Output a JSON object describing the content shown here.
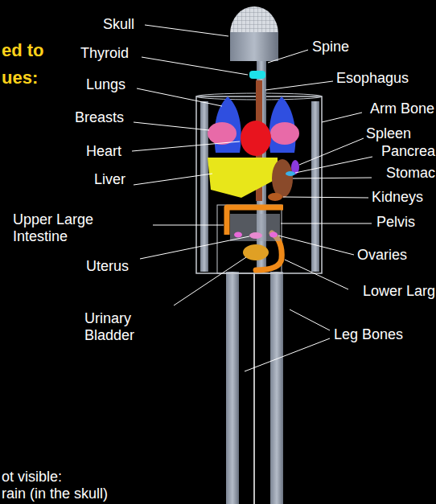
{
  "diagram": {
    "labels": [
      "ed to",
      "ues:",
      "Skull",
      "Thyroid",
      "Spine",
      "Lungs",
      "Esophagus",
      "Arm Bone",
      "Breasts",
      "Spleen",
      "Heart",
      "Pancrea",
      "Liver",
      "Stomac",
      "Kidneys",
      "Upper Large Intestine",
      "Pelvis",
      "Uterus",
      "Ovaries",
      "Lower Larg",
      "Urinary Bladder",
      "Leg Bones",
      "ot visible:",
      "rain (in the skull)"
    ]
  }
}
